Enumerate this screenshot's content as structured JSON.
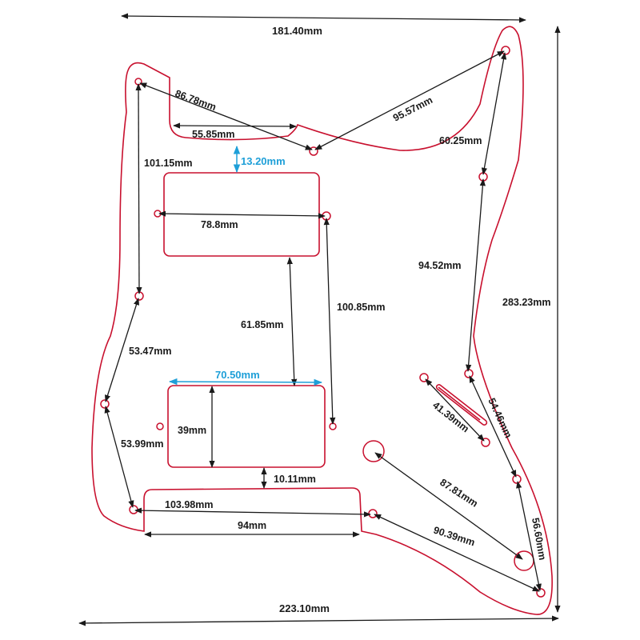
{
  "colors": {
    "outline": "#c8102e",
    "dimension": "#1a1a1a",
    "highlight": "#1e9fd8",
    "background": "#ffffff"
  },
  "overall": {
    "top_width": "181.40mm",
    "bottom_width": "223.10mm",
    "height": "283.23mm"
  },
  "dimensions": {
    "d1": "86.78mm",
    "d2": "55.85mm",
    "d3": "95.57mm",
    "d4": "60.25mm",
    "d5": "101.15mm",
    "d6": "13.20mm",
    "d7": "78.8mm",
    "d8": "94.52mm",
    "d9": "100.85mm",
    "d10": "61.85mm",
    "d11": "53.47mm",
    "d12": "70.50mm",
    "d13": "39mm",
    "d14": "53.99mm",
    "d15": "41.39mm",
    "d16": "54.46mm",
    "d17": "10.11mm",
    "d18": "87.81mm",
    "d19": "103.98mm",
    "d20": "94mm",
    "d21": "90.39mm",
    "d22": "56.60mm"
  }
}
